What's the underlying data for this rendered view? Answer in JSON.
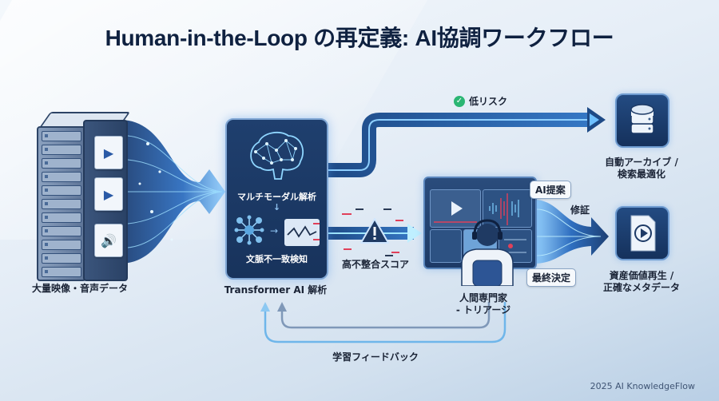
{
  "title": "Human-in-the-Loop の再定義: AI協調ワークフロー",
  "source": {
    "label": "大量映像・音声データ",
    "file_icons": [
      "video-file-icon",
      "play-file-icon",
      "audio-file-icon"
    ]
  },
  "ai_analysis": {
    "step1": "マルチモーダル解析",
    "step_arrow": "↓",
    "step2": "文脈不一致検知",
    "label": "Transformer AI 解析"
  },
  "low_risk_path": {
    "label": "低リスク",
    "destination_label_line1": "自動アーカイブ /",
    "destination_label_line2": "検索最適化"
  },
  "high_risk_path": {
    "label": "高不整合スコア"
  },
  "human": {
    "label_line1": "人間専門家",
    "label_line2": "- トリアージ",
    "bubble_ai": "AI提案",
    "bubble_final": "最終決定"
  },
  "verified_path": {
    "label": "修証",
    "destination_label_line1": "資産価値再生 /",
    "destination_label_line2": "正確なメタデータ"
  },
  "feedback": {
    "label": "学習フィードバック"
  },
  "footer": "2025 AI KnowledgeFlow",
  "colors": {
    "title": "#0f2140",
    "panel_dark": "#18335c",
    "accent_glow": "#5fb8ff",
    "check_green": "#2bb673",
    "warning_red": "#e0405a"
  }
}
